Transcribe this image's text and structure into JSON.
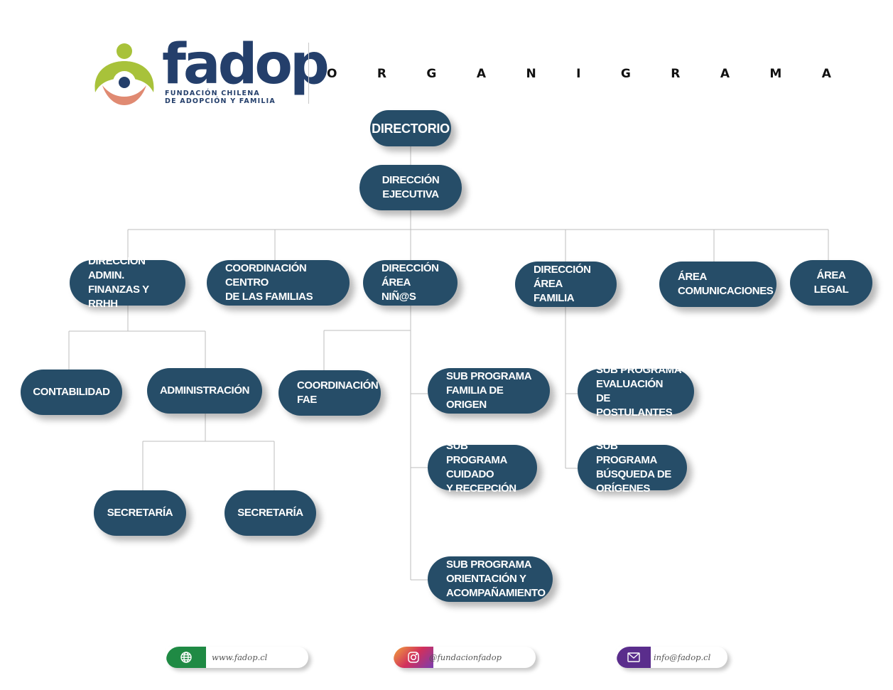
{
  "header": {
    "brand_name": "fadop",
    "brand_subtitle": "FUNDACIÓN CHILENA\nDE ADOPCIÓN Y FAMILIA",
    "title_letters": [
      "O",
      "R",
      "G",
      "A",
      "N",
      "I",
      "G",
      "R",
      "A",
      "M",
      "A"
    ],
    "logo_colors": {
      "green": "#a8c23a",
      "orange": "#e8a07f",
      "navy": "#243f6b"
    }
  },
  "org": {
    "directorio": "DIRECTORIO",
    "direccion_ejecutiva": "DIRECCIÓN\nEJECUTIVA",
    "direccion_admin": "DIRECCIÓN ADMIN.\nFINANZAS Y RRHH",
    "coordinacion_centro": "COORDINACIÓN CENTRO\nDE LAS FAMILIAS",
    "direccion_ninos": "DIRECCIÓN\nÁREA NIÑ@S",
    "direccion_familia": "DIRECCIÓN\nÁREA FAMILIA",
    "area_comunicaciones": "ÁREA\nCOMUNICACIONES",
    "area_legal": "ÁREA\nLEGAL",
    "contabilidad": "CONTABILIDAD",
    "administracion": "ADMINISTRACIÓN",
    "secretaria_1": "SECRETARÍA",
    "secretaria_2": "SECRETARÍA",
    "coordinacion_fae": "COORDINACIÓN\nFAE",
    "sub_familia_origen": "SUB PROGRAMA\nFAMILIA DE ORIGEN",
    "sub_cuidado": "SUB PROGRAMA\nCUIDADO\nY RECEPCIÓN",
    "sub_orientacion": "SUB PROGRAMA\nORIENTACIÓN Y\nACOMPAÑAMIENTO",
    "sub_evaluacion": "SUB PROGRAMA\nEVALUACIÓN\nDE POSTULANTES",
    "sub_busqueda": "SUB PROGRAMA\nBÚSQUEDA DE\nORÍGENES"
  },
  "colors": {
    "node": "#264d68",
    "connector": "#bdbdbd"
  },
  "footer": {
    "web": {
      "text": "www.fadop.cl",
      "icon": "globe-icon",
      "color": "#1f8a44"
    },
    "instagram": {
      "text": "@fundacionfadop",
      "icon": "instagram-icon",
      "color": "#b03a6e"
    },
    "email": {
      "text": "info@fadop.cl",
      "icon": "mail-icon",
      "color": "#5a2d8c"
    }
  }
}
